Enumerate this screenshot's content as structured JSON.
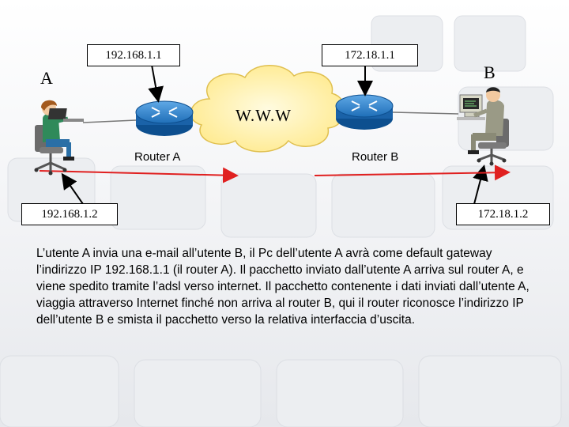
{
  "labels": {
    "ip_router_a": "192.168.1.1",
    "ip_router_b": "172.18.1.1",
    "ip_user_a": "192.168.1.2",
    "ip_user_b": "172.18.1.2",
    "letter_a": "A",
    "letter_b": "B",
    "cloud": "W.W.W",
    "router_a": "Router A",
    "router_b": "Router B"
  },
  "description": "L’utente A invia una e-mail all’utente B, il Pc dell’utente A avrà come default gateway l’indirizzo IP 192.168.1.1 (il router A). Il pacchetto inviato dall’utente A arriva sul router A, e viene spedito tramite l’adsl verso internet. Il pacchetto contenente i dati inviati dall’utente A, viaggia attraverso Internet finché non arriva al router B, qui il router riconosce l’indirizzo IP dell’utente B e smista il pacchetto verso la relativa interfaccia d’uscita.",
  "colors": {
    "router_blue": "#1f6fb8",
    "cloud_fill": "#fff7b0",
    "link_red": "#e02020",
    "pointer_black": "#000000"
  },
  "icons": [
    "user-a-icon",
    "user-b-icon",
    "router-a-icon",
    "router-b-icon",
    "cloud-icon"
  ]
}
